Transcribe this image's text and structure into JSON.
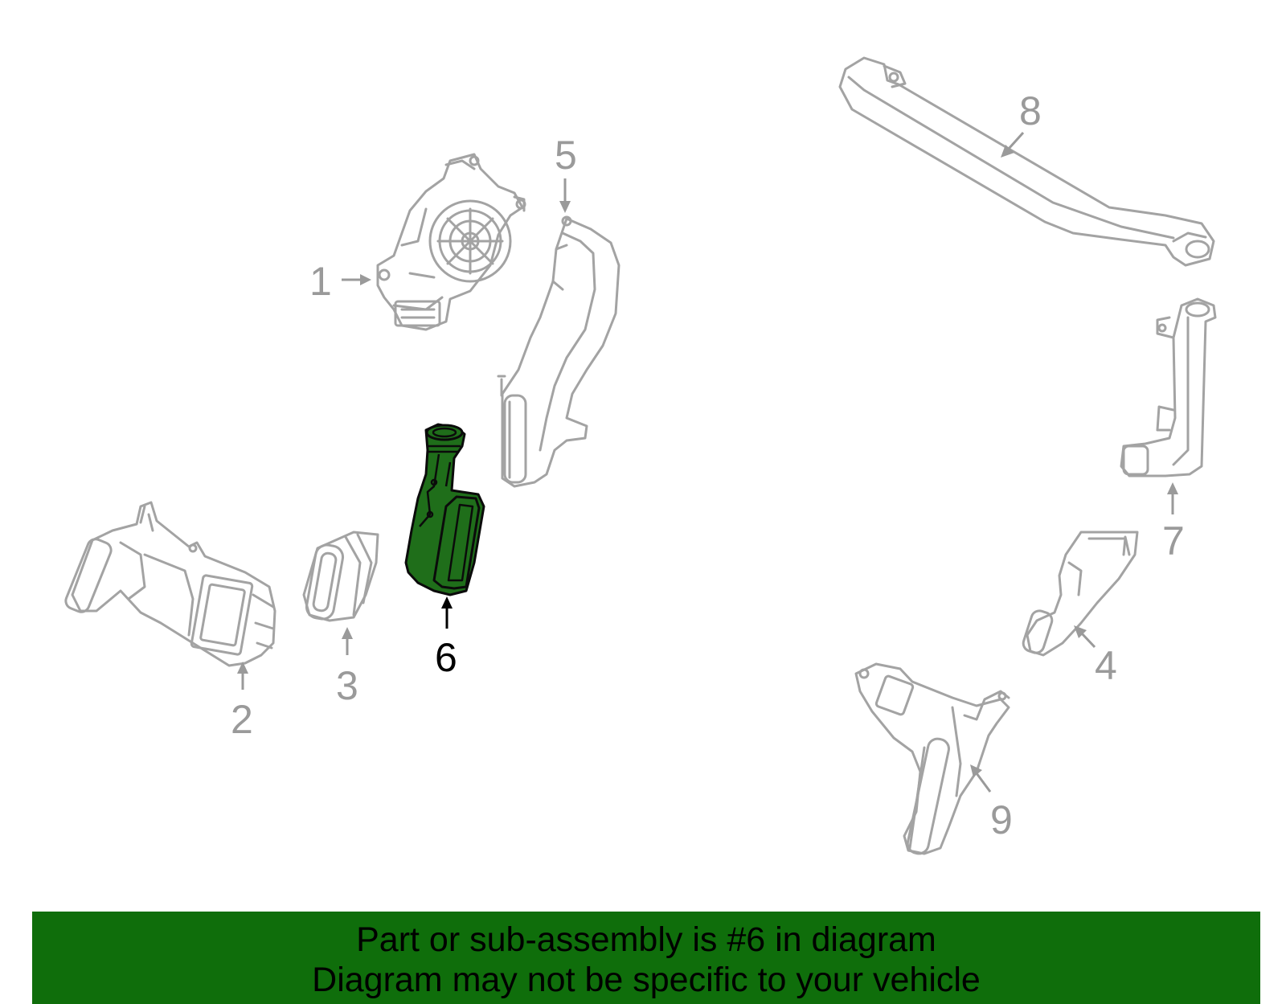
{
  "diagram": {
    "highlighted_part": "6",
    "callouts": [
      "1",
      "2",
      "3",
      "4",
      "5",
      "6",
      "7",
      "8",
      "9"
    ]
  },
  "banner": {
    "line1": "Part or sub-assembly is #6 in diagram",
    "line2": "Diagram may not be specific to your vehicle"
  },
  "colors": {
    "highlight_fill": "#1f6e1a",
    "banner_bg": "#0f6e0b",
    "part_stroke": "#a3a3a3",
    "callout_text": "#9a9a9a"
  }
}
